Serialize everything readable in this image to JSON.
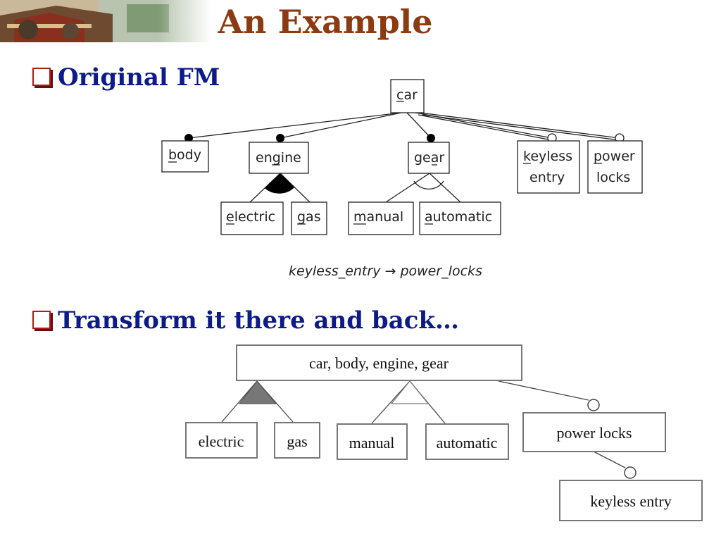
{
  "title": "An Example",
  "bullets": [
    "Original FM",
    "Transform it there and back…"
  ],
  "original_fm": {
    "nodes": {
      "car": "car",
      "body": "body",
      "engine": "engine",
      "gear": "gear",
      "keyless_1": "keyless",
      "keyless_2": "entry",
      "power_1": "power",
      "power_2": "locks",
      "electric": "electric",
      "gas": "gas",
      "manual": "manual",
      "automatic": "automatic"
    },
    "constraint": "keyless_entry → power_locks"
  },
  "transformed_fm": {
    "nodes": {
      "root": "car, body, engine, gear",
      "electric": "electric",
      "gas": "gas",
      "manual": "manual",
      "automatic": "automatic",
      "power_locks": "power locks",
      "keyless_entry": "keyless entry"
    }
  }
}
